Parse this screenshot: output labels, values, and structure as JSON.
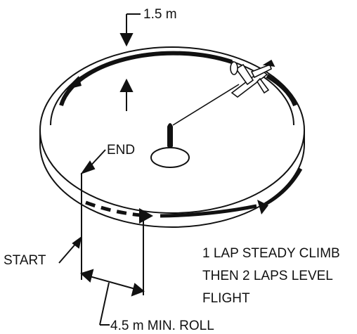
{
  "labels": {
    "height": "1.5 m",
    "end": "END",
    "start": "START",
    "roll": "4.5 m MIN. ROLL"
  },
  "instructions": [
    "1 LAP STEADY CLIMB",
    "THEN 2 LAPS LEVEL",
    "FLIGHT"
  ]
}
